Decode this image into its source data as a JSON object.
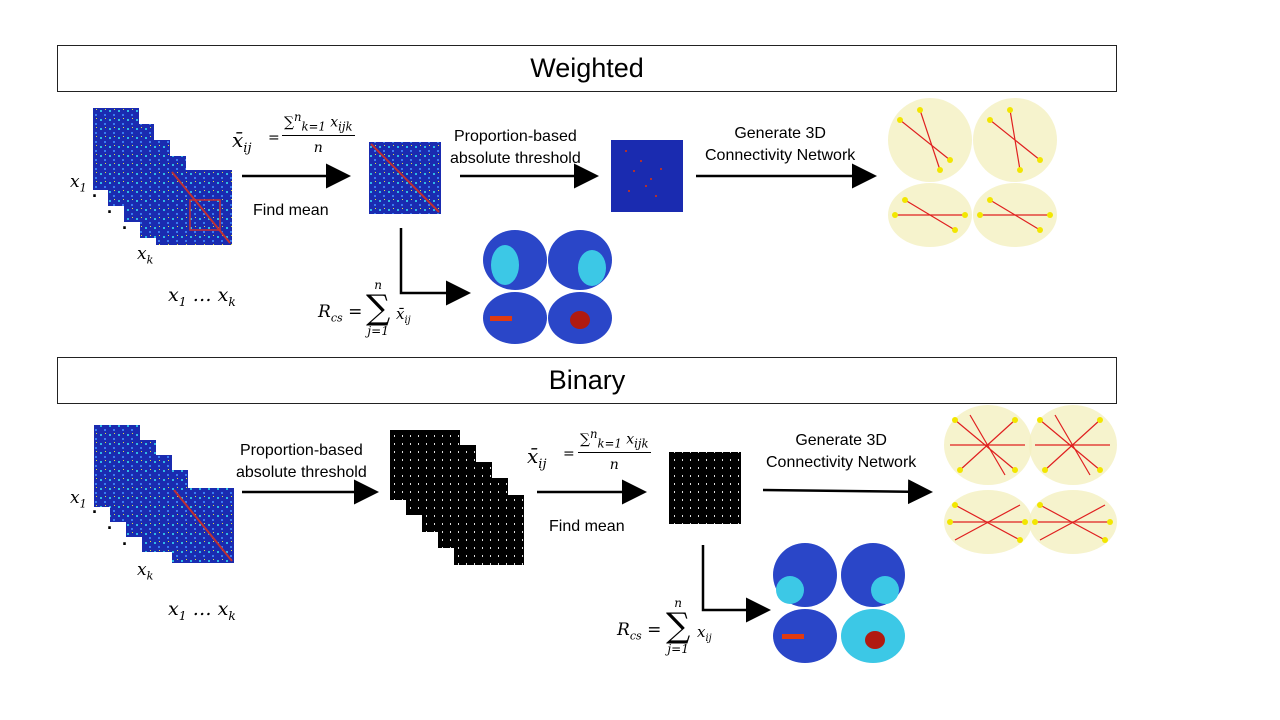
{
  "weighted": {
    "title": "Weighted",
    "find_mean_label": "Find mean",
    "threshold_label_1": "Proportion-based",
    "threshold_label_2": "absolute threshold",
    "network_label_1": "Generate 3D",
    "network_label_2": "Connectivity Network",
    "stack_first": "x",
    "stack_first_sub": "1",
    "stack_last": "x",
    "stack_last_sub": "k",
    "range_text": "x",
    "range_ellipsis": "…",
    "mean_lhs": "x̄",
    "mean_lhs_sub": "ij",
    "sum_top": "n",
    "sum_bottom": "k=1",
    "sum_term": "x",
    "sum_term_sub": "ijk",
    "mean_den": "n",
    "rcs_lhs": "R",
    "rcs_lhs_sub": "cs",
    "rcs_top": "n",
    "rcs_bottom": "j=1",
    "rcs_term": "x̄",
    "rcs_term_sub": "ij"
  },
  "binary": {
    "title": "Binary",
    "find_mean_label": "Find mean",
    "threshold_label_1": "Proportion-based",
    "threshold_label_2": "absolute threshold",
    "network_label_1": "Generate 3D",
    "network_label_2": "Connectivity Network"
  },
  "colors": {
    "matrix_bg": "#1a2bb0",
    "network_node": "#f2e600",
    "network_edge": "#e02020",
    "brain_dark": "#2a46c8",
    "brain_light": "#3cc8e6"
  }
}
